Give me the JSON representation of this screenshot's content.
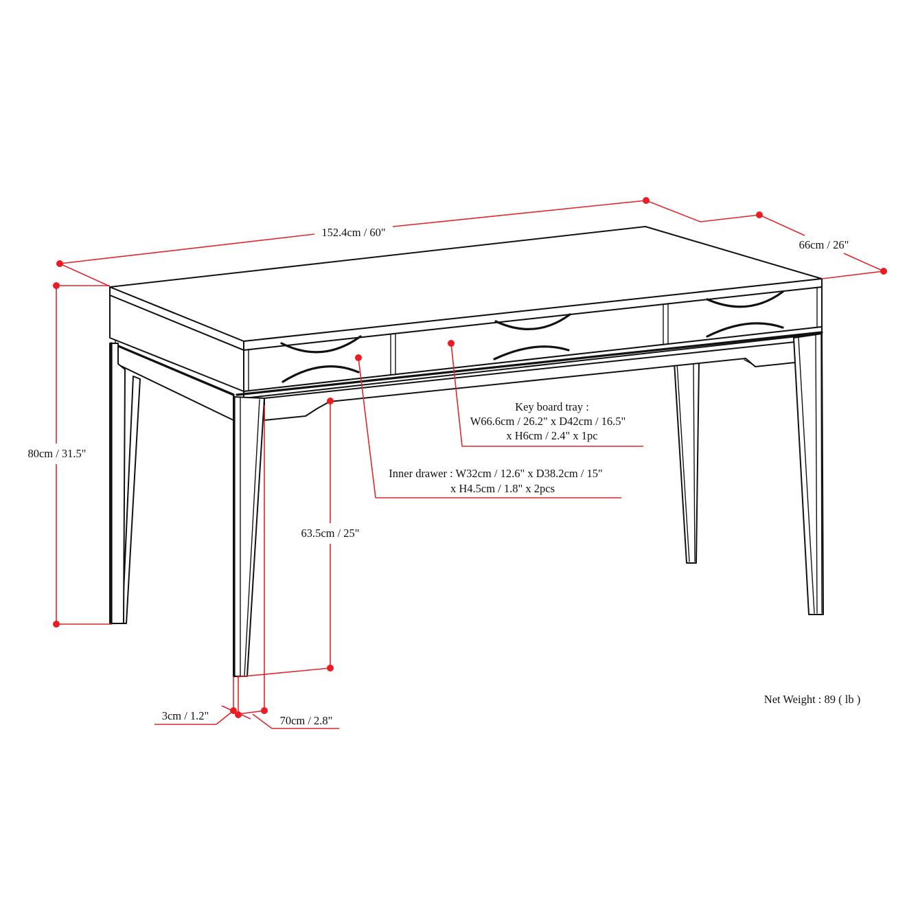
{
  "diagram": {
    "subject": "Writing desk with three drawers and keyboard tray — dimension drawing",
    "colors": {
      "outline": "#111111",
      "dimension_line": "#e0262b",
      "dimension_dot": "#ec1c24",
      "background": "#ffffff",
      "text": "#111111"
    },
    "dimensions": {
      "width": "152.4cm / 60\"",
      "depth": "66cm / 26\"",
      "height": "80cm / 31.5\"",
      "knee_clearance": "63.5cm / 25\"",
      "leg_thickness": "3cm / 1.2\"",
      "leg_depth": "70cm / 2.8\""
    },
    "keyboard_tray": {
      "line1": "Key board tray :",
      "line2": "W66.6cm / 26.2\" x D42cm / 16.5\"",
      "line3": "x H6cm / 2.4\" x 1pc"
    },
    "inner_drawer": {
      "line1": "Inner drawer : W32cm / 12.6\" x D38.2cm / 15\"",
      "line2": "x H4.5cm / 1.8\" x 2pcs"
    },
    "net_weight": "Net Weight : 89 ( lb )"
  }
}
